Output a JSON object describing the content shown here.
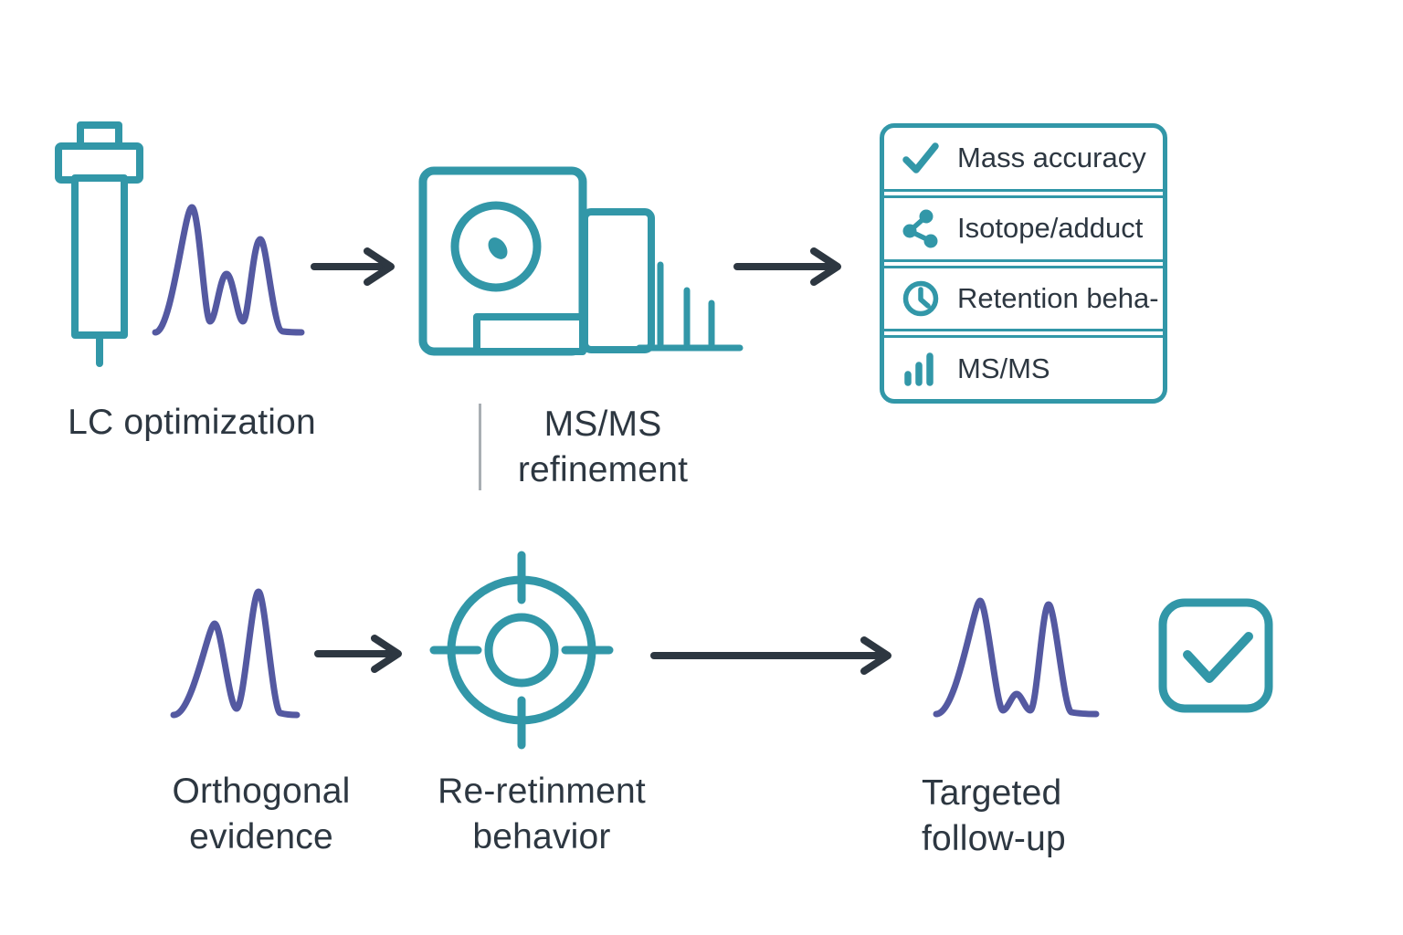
{
  "palette": {
    "teal": "#3297a8",
    "purple": "#5459a1",
    "ink": "#2d3741",
    "divider_gray": "#a9aeb3",
    "background": "#ffffff"
  },
  "row1": {
    "step1_label": "LC optimization",
    "step2_label_line1": "MS/MS",
    "step2_label_line2": "refinement",
    "checklist_items": [
      {
        "icon": "check-icon",
        "label": "Mass accuracy"
      },
      {
        "icon": "share-nodes-icon",
        "label": "Isotope/adduct"
      },
      {
        "icon": "clock-icon",
        "label": "Retention beha-"
      },
      {
        "icon": "bar-chart-icon",
        "label": "MS/MS"
      }
    ]
  },
  "row2": {
    "step1_label_line1": "Orthogonal",
    "step1_label_line2": "evidence",
    "step2_label_line1": "Re-retinment",
    "step2_label_line2": "behavior",
    "step3_label_line1": "Targeted",
    "step3_label_line2": "follow-up"
  }
}
